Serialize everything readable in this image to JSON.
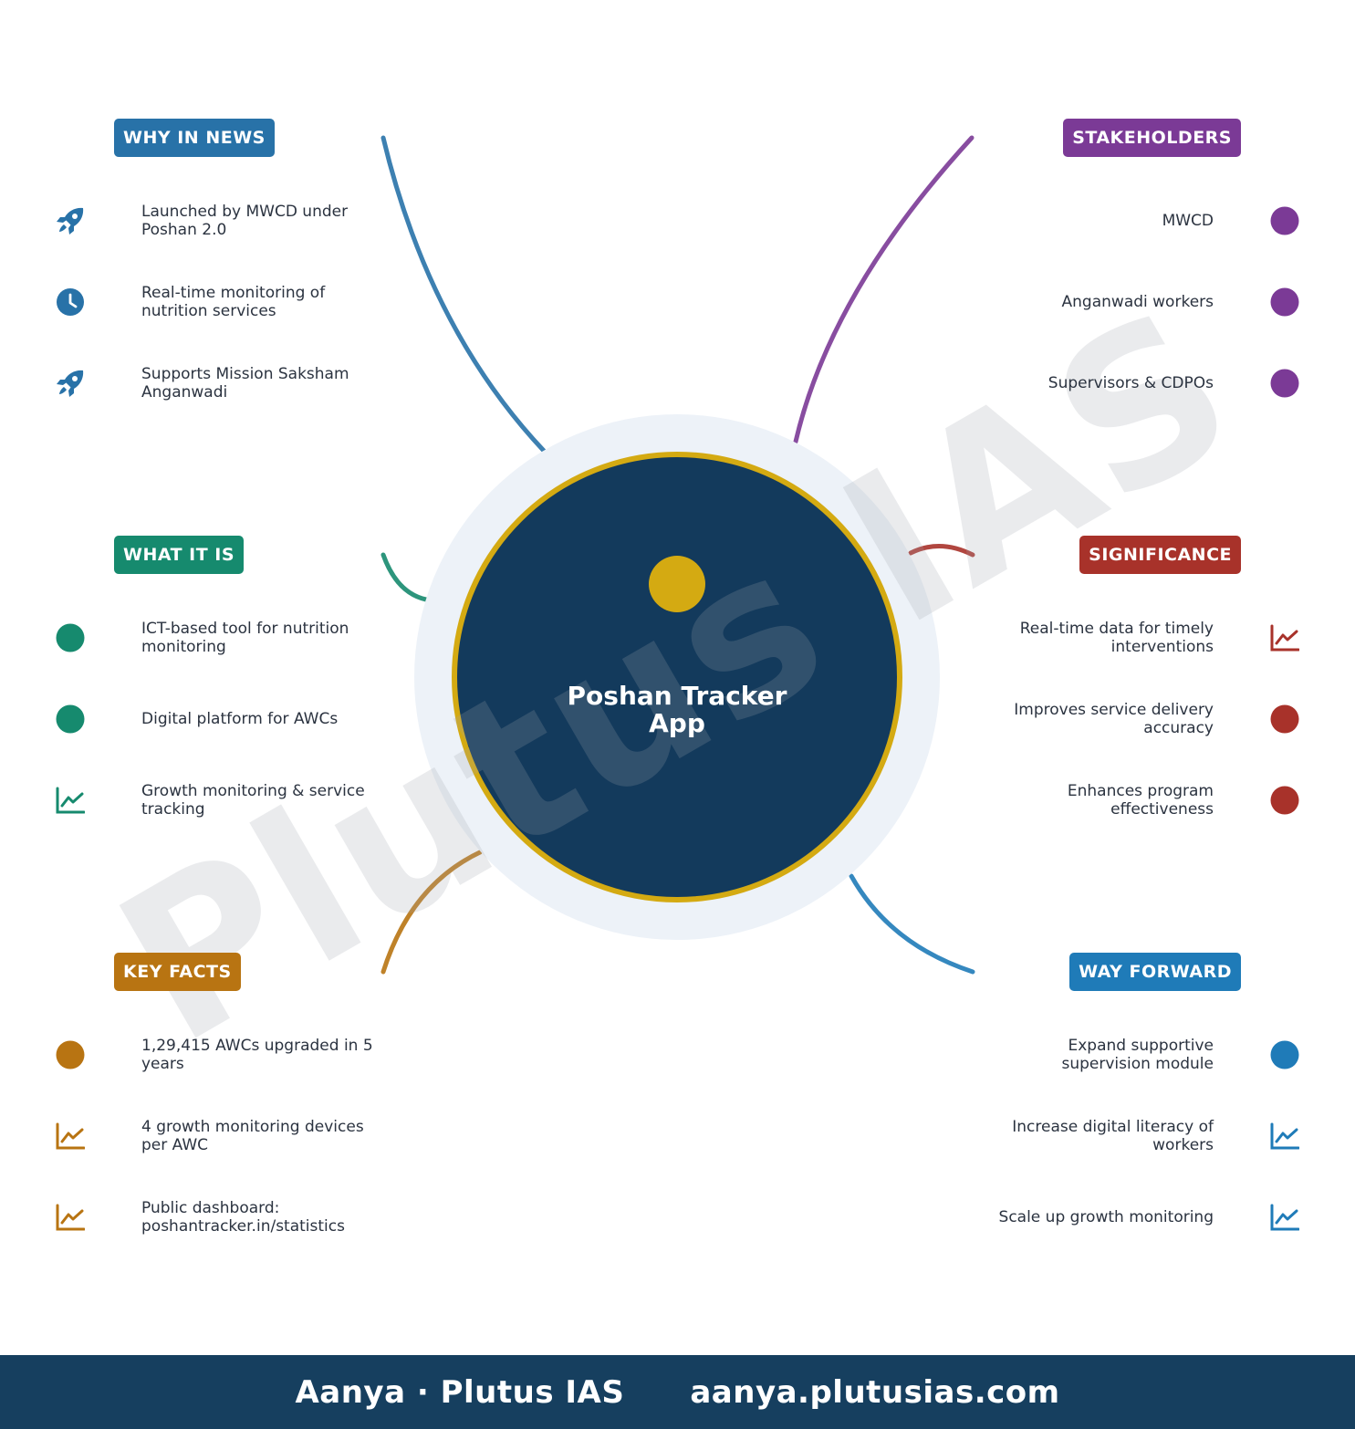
{
  "center": {
    "title": "Poshan Tracker App",
    "fill": "#133a5c",
    "ring": "#d4aa12",
    "halo": "#edf2f8",
    "dot": "#d4aa12"
  },
  "watermark": "Plutus IAS",
  "sections": [
    {
      "key": "why",
      "side": "left",
      "row": 0,
      "title": "WHY IN NEWS",
      "color": "#2872a8",
      "items": [
        {
          "text": "Launched by MWCD under Poshan 2.0",
          "icon": "rocket-icon"
        },
        {
          "text": "Real-time monitoring of nutrition services",
          "icon": "clock-icon"
        },
        {
          "text": "Supports Mission Saksham Anganwadi",
          "icon": "rocket-icon"
        }
      ]
    },
    {
      "key": "what",
      "side": "left",
      "row": 1,
      "title": "WHAT IT IS",
      "color": "#168a6e",
      "items": [
        {
          "text": "ICT-based tool for nutrition monitoring",
          "icon": "dot-icon"
        },
        {
          "text": "Digital platform for AWCs",
          "icon": "dot-icon"
        },
        {
          "text": "Growth monitoring & service tracking",
          "icon": "chart-icon"
        }
      ]
    },
    {
      "key": "facts",
      "side": "left",
      "row": 2,
      "title": "KEY FACTS",
      "color": "#b87412",
      "items": [
        {
          "text": "1,29,415 AWCs upgraded in 5 years",
          "icon": "dot-icon"
        },
        {
          "text": "4 growth monitoring devices per AWC",
          "icon": "chart-icon"
        },
        {
          "text": "Public dashboard: poshantracker.in/statistics",
          "icon": "chart-icon"
        }
      ]
    },
    {
      "key": "stake",
      "side": "right",
      "row": 0,
      "title": "STAKEHOLDERS",
      "color": "#7b3a96",
      "items": [
        {
          "text": "MWCD",
          "icon": "dot-icon"
        },
        {
          "text": "Anganwadi workers",
          "icon": "dot-icon"
        },
        {
          "text": "Supervisors & CDPOs",
          "icon": "dot-icon"
        }
      ]
    },
    {
      "key": "sig",
      "side": "right",
      "row": 1,
      "title": "SIGNIFICANCE",
      "color": "#a8322a",
      "items": [
        {
          "text": "Real-time data for timely interventions",
          "icon": "chart-icon"
        },
        {
          "text": "Improves service delivery accuracy",
          "icon": "dot-icon"
        },
        {
          "text": "Enhances program effectiveness",
          "icon": "dot-icon"
        }
      ]
    },
    {
      "key": "way",
      "side": "right",
      "row": 2,
      "title": "WAY FORWARD",
      "color": "#1f7bb8",
      "items": [
        {
          "text": "Expand supportive supervision module",
          "icon": "dot-icon"
        },
        {
          "text": "Increase digital literacy of workers",
          "icon": "chart-icon"
        },
        {
          "text": "Scale up growth monitoring",
          "icon": "chart-icon"
        }
      ]
    }
  ],
  "footer": {
    "author": "Aanya · Plutus IAS",
    "site": "aanya.plutusias.com"
  }
}
